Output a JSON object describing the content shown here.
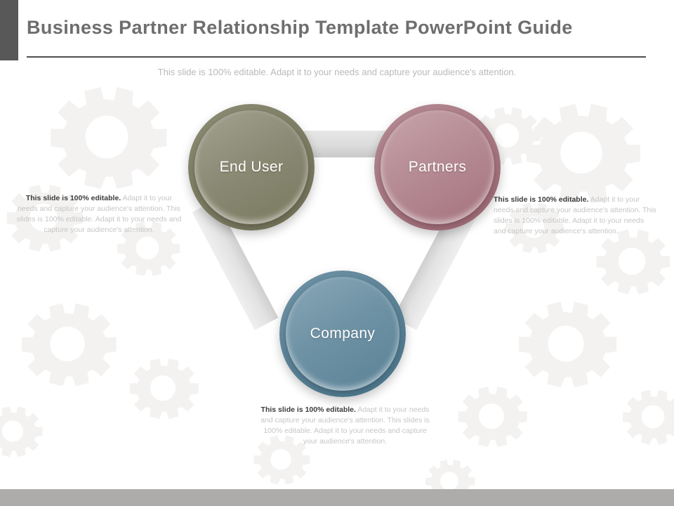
{
  "slide": {
    "title": "Business Partner Relationship Template PowerPoint Guide",
    "subtitle": "This slide is 100% editable. Adapt it to your needs and capture your audience's attention.",
    "accent_dark": "#585858",
    "footer_color": "#aeacab",
    "title_color": "#6e6e6e",
    "background": "#ffffff"
  },
  "diagram": {
    "type": "triangle-relationship",
    "connector_color": "#dcdcdc",
    "nodes": [
      {
        "id": "end-user",
        "label": "End User",
        "color": "#7d7d64",
        "position": "top-left"
      },
      {
        "id": "partners",
        "label": "Partners",
        "color": "#a77882",
        "position": "top-right"
      },
      {
        "id": "company",
        "label": "Company",
        "color": "#5c8297",
        "position": "bottom-center"
      }
    ]
  },
  "copy": {
    "left": {
      "lead": "This slide is 100% editable.",
      "rest": " Adapt it to your needs and capture your audience's attention. This slides is 100% editable. Adapt it to your needs and capture your audience's attention."
    },
    "right": {
      "lead": "This slide is 100% editable.",
      "rest": " Adapt it to your needs and capture your audience's attention. This slides is 100% editable. Adapt it to your needs and capture your audience's attention."
    },
    "bottom": {
      "lead": "This slide is 100% editable.",
      "rest": " Adapt it to your needs and capture your audience's attention. This slides is 100% editable. Adapt it to your needs and capture your audience's attention."
    }
  }
}
